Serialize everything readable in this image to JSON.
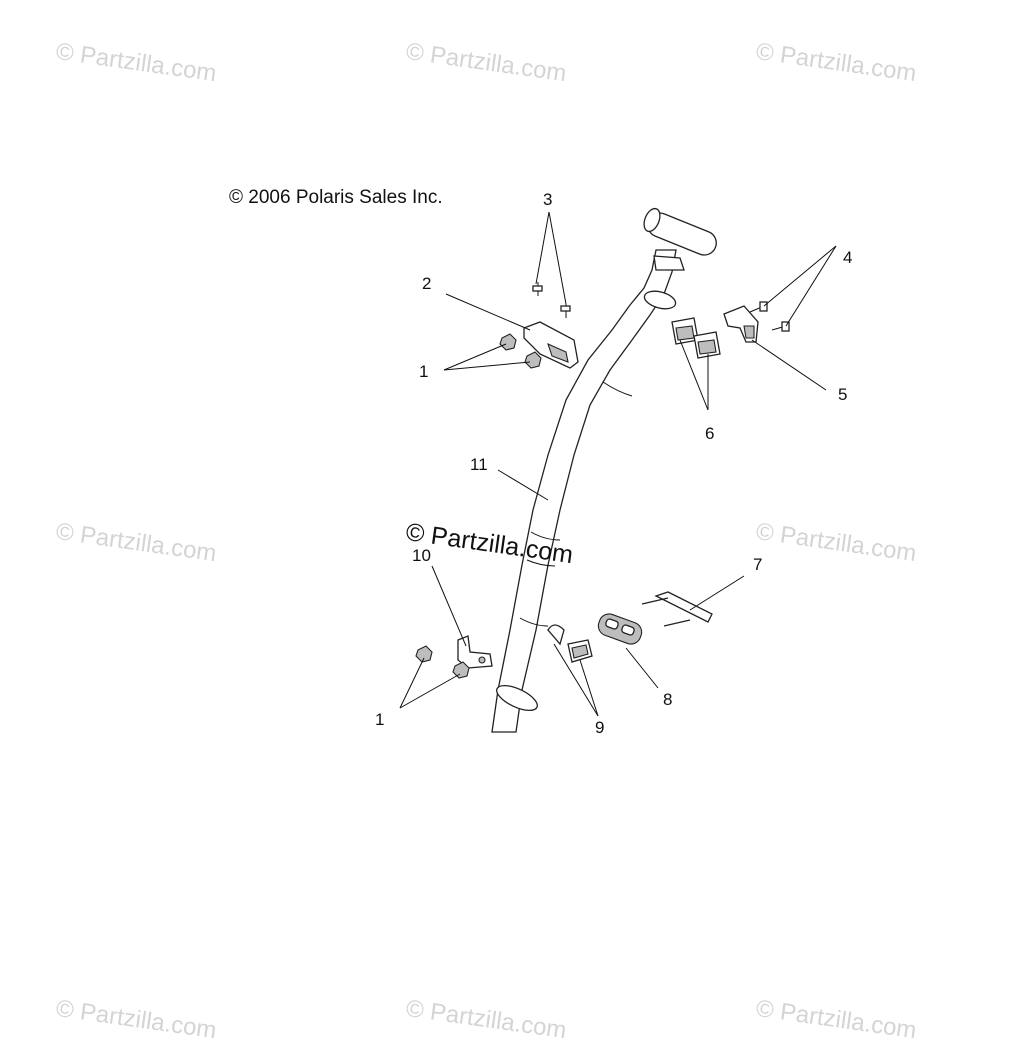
{
  "copyright": "© 2006 Polaris Sales Inc.",
  "watermark": "© Partzilla.com",
  "watermark_center": "© Partzilla.com",
  "callouts": {
    "c1_top": "1",
    "c2": "2",
    "c3": "3",
    "c4": "4",
    "c5": "5",
    "c6": "6",
    "c7": "7",
    "c8": "8",
    "c9": "9",
    "c10": "10",
    "c11": "11",
    "c1_bottom": "1"
  }
}
